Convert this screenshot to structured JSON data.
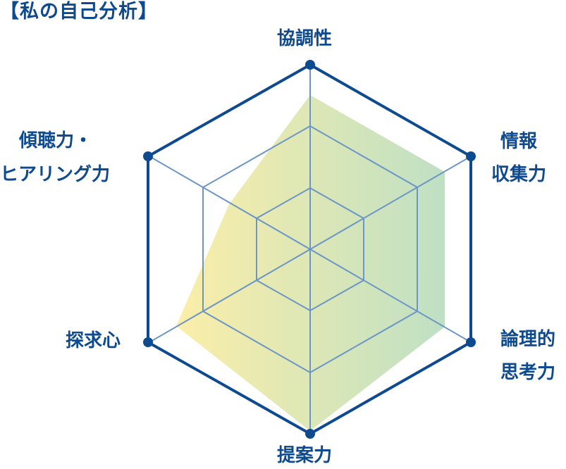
{
  "title": "【私の自己分析】",
  "colors": {
    "outline": "#0e4a8f",
    "grid": "#6b96c6",
    "fill_left": "#fbeea8",
    "fill_right": "#bfe0c4"
  },
  "labels": {
    "top": "協調性",
    "upper_right_1": "情報",
    "upper_right_2": "収集力",
    "lower_right_1": "論理的",
    "lower_right_2": "思考力",
    "bottom": "提案力",
    "lower_left": "探求心",
    "upper_left_1": "傾聴力・",
    "upper_left_2": "ヒアリング力"
  },
  "chart_data": {
    "type": "radar",
    "title": "【私の自己分析】",
    "categories": [
      "協調性",
      "情報収集力",
      "論理的思考力",
      "提案力",
      "探求心",
      "傾聴力・ヒアリング力"
    ],
    "values": [
      0.84,
      0.84,
      0.84,
      0.98,
      0.83,
      0.5
    ],
    "range": [
      0,
      1
    ],
    "grid_levels": 3,
    "legend": []
  }
}
